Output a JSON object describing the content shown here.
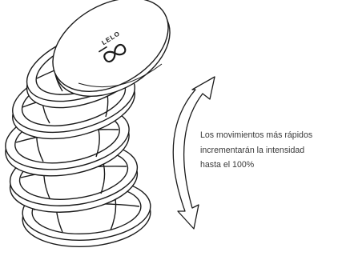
{
  "brand": {
    "logo_text": "LELO"
  },
  "caption": {
    "line1": "Los movimientos más rápidos",
    "line2": "incrementarán la intensidad",
    "line3": "hasta el 100%"
  },
  "icons": {
    "device": "stacked-disc-device-illustration",
    "motion": "curved-double-arrow-icon",
    "logo_mark": "infinity-logo-icon"
  },
  "colors": {
    "line": "#1a1a1a",
    "text": "#3a3a3a",
    "background": "#ffffff"
  }
}
